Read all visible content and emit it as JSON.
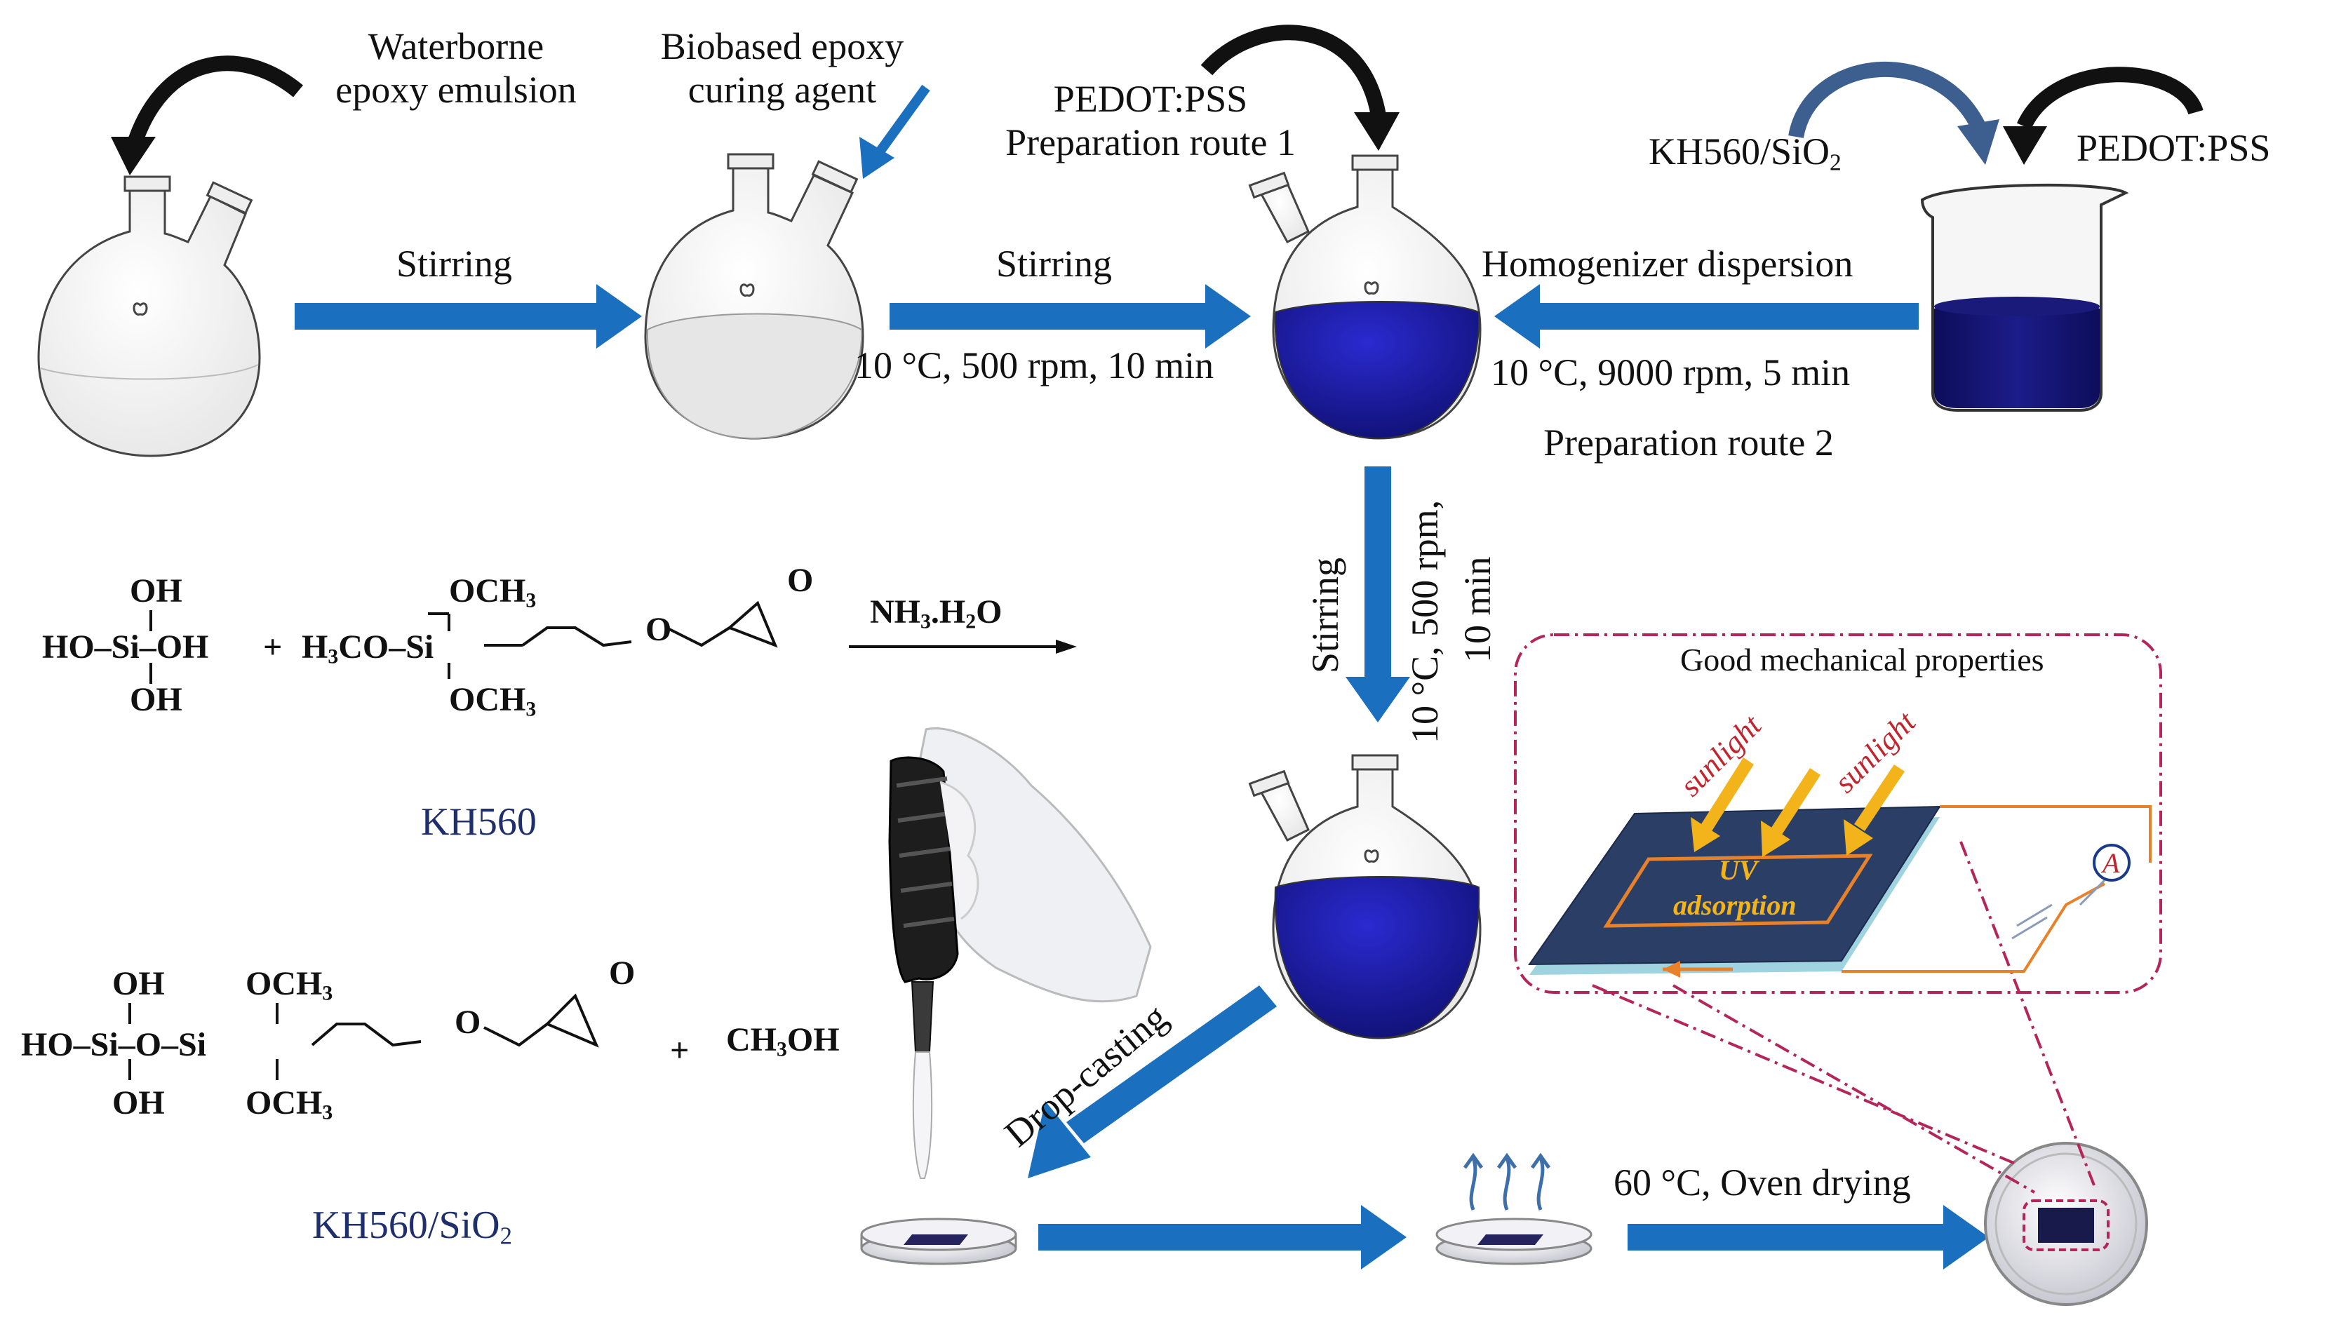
{
  "labels": {
    "waterborne_l1": "Waterborne",
    "waterborne_l2": "epoxy emulsion",
    "biobased_l1": "Biobased epoxy",
    "biobased_l2": "curing agent",
    "pedot_top": "PEDOT:PSS",
    "route1": "Preparation route 1",
    "kh560_sio2_main": "KH560/SiO",
    "kh560_sio2_sub": "2",
    "pedot_right": "PEDOT:PSS",
    "stirring_1": "Stirring",
    "stirring_2": "Stirring",
    "cond_1": "10 °C, 500 rpm, 10 min",
    "homogenizer": "Homogenizer dispersion",
    "cond_2": "10 °C, 9000 rpm, 5 min",
    "route2": "Preparation route 2",
    "stirring_vert": "Stirring",
    "cond_vert_1": "10 °C, 500 rpm,",
    "cond_vert_2": "10 min",
    "drop_casting": "Drop-casting",
    "oven": "60 °C, Oven drying",
    "good_mech": "Good mechanical properties",
    "sunlight_1": "sunlight",
    "sunlight_2": "sunlight",
    "uv_1": "UV",
    "uv_2": "adsorption",
    "ammeter": "A"
  },
  "chemistry": {
    "r1_silicic": {
      "oh_top": "OH",
      "ho": "HO",
      "si": "Si",
      "oh_right": "OH",
      "oh_bottom": "OH"
    },
    "plus_1": "+",
    "r1_silane": {
      "h3co": "H",
      "h3co_sub": "3",
      "h3co_end": "CO",
      "si": "Si",
      "och3_top": "OCH",
      "och3_top_sub": "3",
      "och3_bottom": "OCH",
      "och3_bottom_sub": "3",
      "o_chain": "O",
      "o_epoxide": "O"
    },
    "reagent": "NH",
    "reagent_sub": "3",
    "reagent_end": ".H",
    "reagent_sub2": "2",
    "reagent_end2": "O",
    "kh560_label": "KH560",
    "product": {
      "oh_top": "OH",
      "ho": "HO",
      "si1": "Si",
      "o_bridge": "O",
      "si2": "Si",
      "oh_bottom": "OH",
      "och3_top": "OCH",
      "och3_top_sub": "3",
      "och3_bottom": "OCH",
      "och3_bottom_sub": "3",
      "o_chain": "O",
      "o_epoxide": "O"
    },
    "plus_2": "+",
    "methanol": "CH",
    "methanol_sub": "3",
    "methanol_end": "OH",
    "product_label": "KH560/SiO",
    "product_label_sub": "2"
  },
  "colors": {
    "arrow_blue": "#1a6fbf",
    "dark_arrow": "#111111",
    "slate_arrow": "#3d5f8f",
    "solution": "#1d1d9e",
    "film": "#26245e",
    "dashed_frame": "#b4265a",
    "sunlight": "#f2b41a",
    "uv_box": "#e8822a",
    "text_navy": "#1f2f6b"
  }
}
